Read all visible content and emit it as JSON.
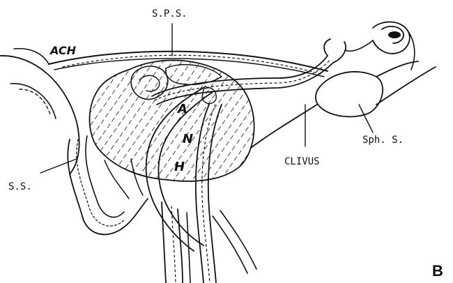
{
  "figure": {
    "panel_letter": "B",
    "labels": {
      "ach": "ACH",
      "sps": "S.P.S.",
      "ss": "S.S.",
      "clivus": "CLIVUS",
      "sph_s": "Sph. S."
    },
    "tumor_letters": [
      "A",
      "N",
      "H"
    ]
  },
  "colors": {
    "ink": "#111111",
    "background": "#ffffff"
  }
}
